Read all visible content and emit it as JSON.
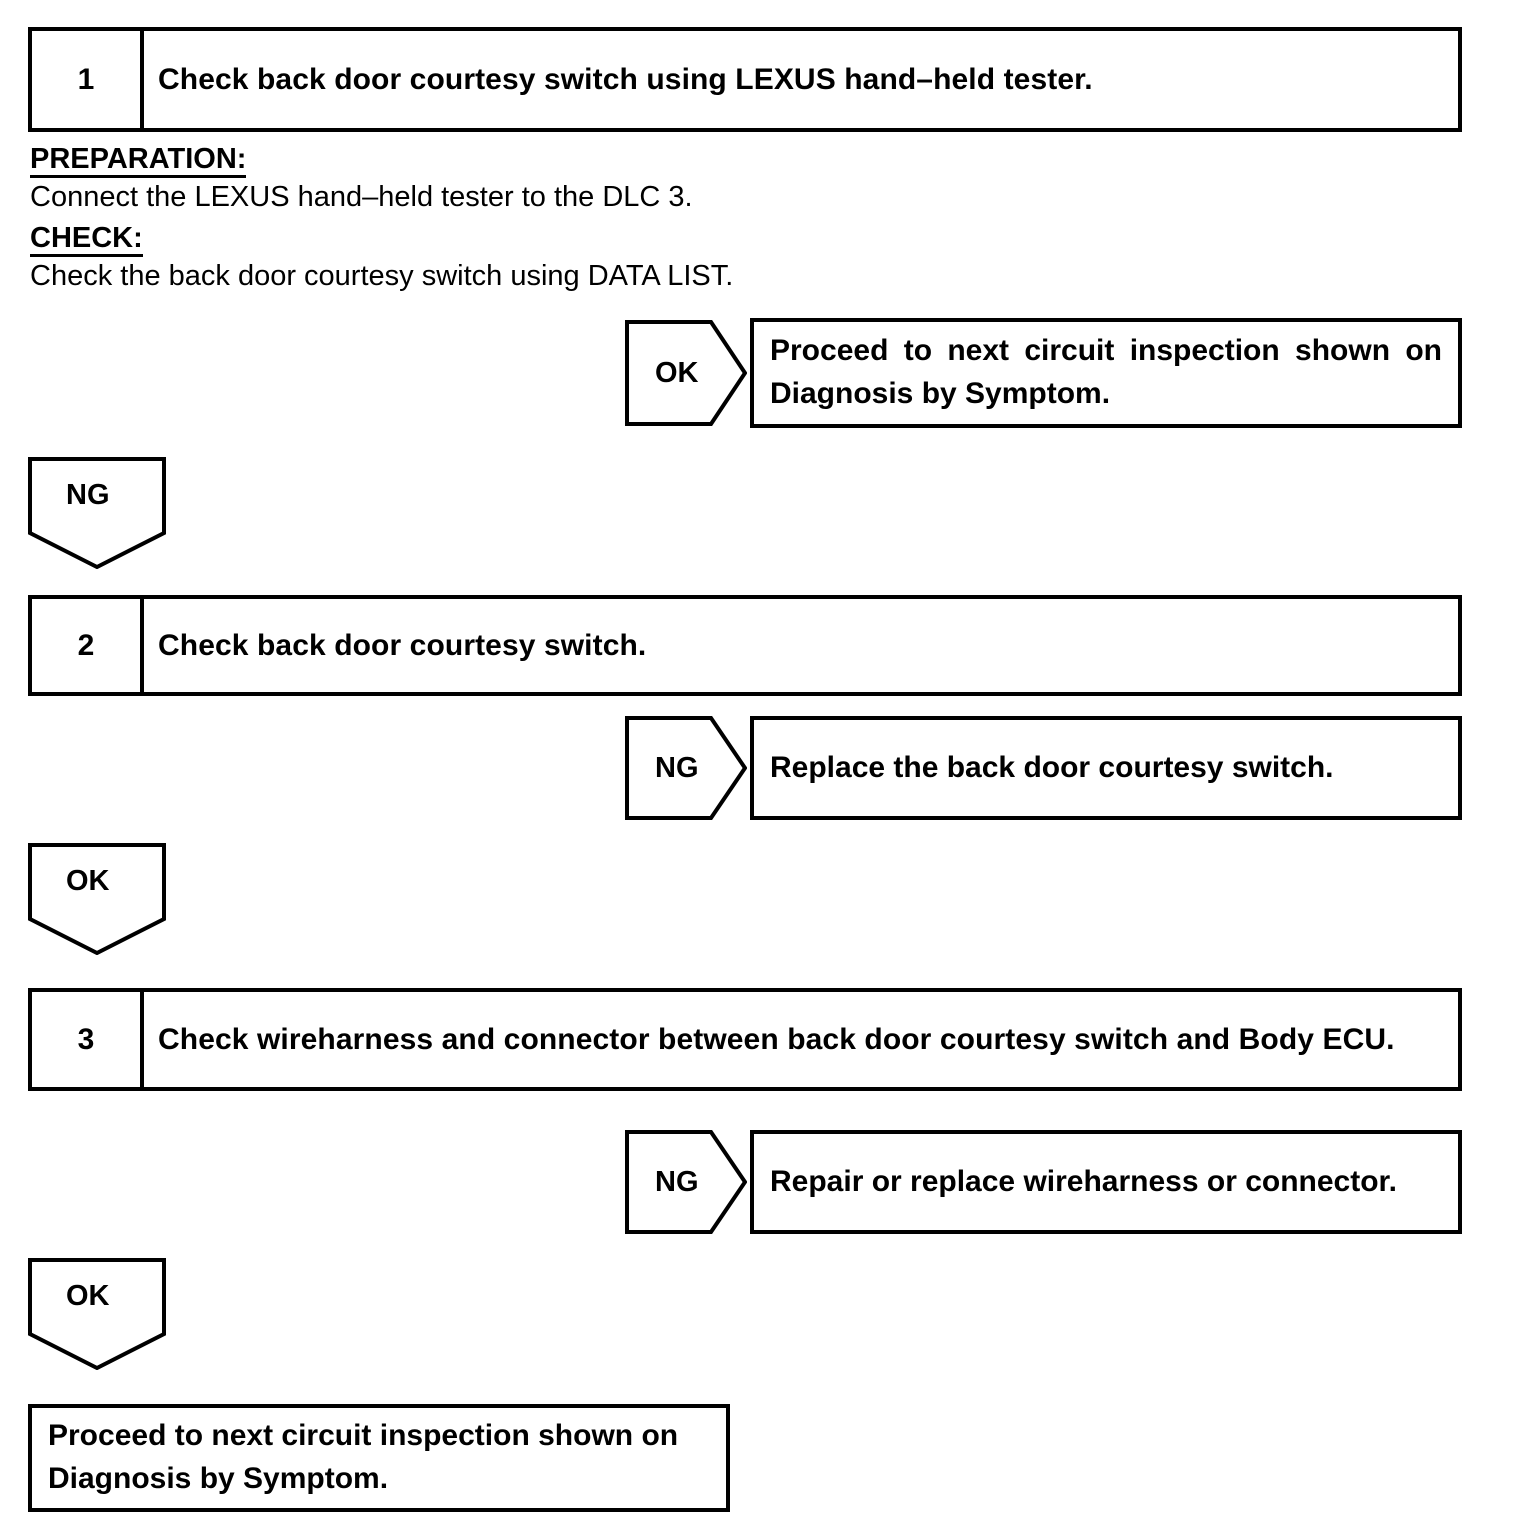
{
  "document": {
    "type": "diagnostic-flowchart",
    "title": "Back Door Courtesy Switch Circuit Inspection"
  },
  "steps": [
    {
      "number": "1",
      "text": "Check back door courtesy switch using LEXUS hand–held tester."
    },
    {
      "number": "2",
      "text": "Check back door courtesy switch."
    },
    {
      "number": "3",
      "text": "Check wireharness and connector between back door courtesy switch and Body ECU."
    }
  ],
  "prose": {
    "preparation_heading": "PREPARATION:",
    "preparation_text": "Connect the LEXUS hand–held tester to the DLC 3.",
    "check_heading": "CHECK:",
    "check_text": "Check the back door courtesy switch using DATA LIST."
  },
  "branches": {
    "step1_ok": {
      "tag": "OK",
      "result_line1": "Proceed to next circuit inspection shown on",
      "result_line2": "Diagnosis by Symptom."
    },
    "step1_ng": {
      "tag": "NG"
    },
    "step2_ng": {
      "tag": "NG",
      "result": "Replace the back door courtesy switch."
    },
    "step2_ok": {
      "tag": "OK"
    },
    "step3_ng": {
      "tag": "NG",
      "result": "Repair or replace wireharness or connector."
    },
    "step3_ok": {
      "tag": "OK"
    }
  },
  "final": {
    "line1": "Proceed to next circuit inspection shown on",
    "line2": "Diagnosis by Symptom."
  },
  "colors": {
    "ink": "#000000",
    "paper": "#ffffff"
  }
}
